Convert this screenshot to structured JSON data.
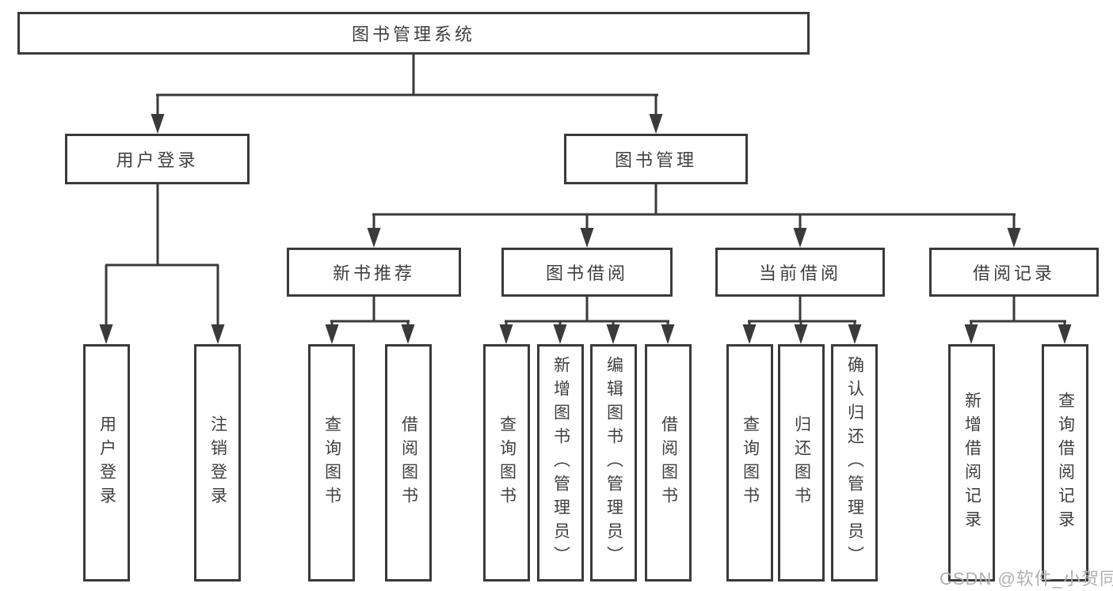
{
  "diagram": {
    "root": {
      "label": "图书管理系统"
    },
    "level2": [
      {
        "label": "用户登录"
      },
      {
        "label": "图书管理"
      }
    ],
    "level3": [
      {
        "label": "新书推荐"
      },
      {
        "label": "图书借阅"
      },
      {
        "label": "当前借阅"
      },
      {
        "label": "借阅记录"
      }
    ],
    "leaves": {
      "user_login": [
        "用户登录",
        "注销登录"
      ],
      "new_book": [
        "查询图书",
        "借阅图书"
      ],
      "book_borrow": [
        "查询图书",
        "新增图书（管理员）",
        "编辑图书（管理员）",
        "借阅图书"
      ],
      "current_borrow": [
        "查询图书",
        "归还图书",
        "确认归还（管理员）"
      ],
      "borrow_record": [
        "新增借阅记录",
        "查询借阅记录"
      ]
    }
  },
  "watermark": "CSDN @软件_小贺同学",
  "colors": {
    "line": "#3a3a3a",
    "text": "#3f3f3f",
    "background": "#ffffff",
    "watermark": "#b0b0b0"
  }
}
